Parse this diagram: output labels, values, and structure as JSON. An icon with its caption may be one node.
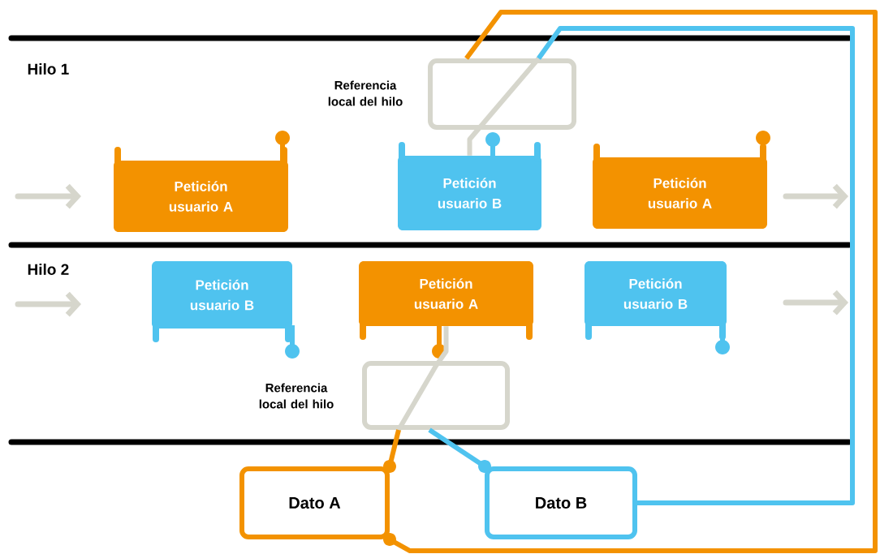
{
  "diagram": {
    "nodes": [
      {
        "text": [
          "Referencia local del hilo"
        ]
      },
      {
        "text": [
          "Petición usuario A"
        ]
      },
      {
        "text": [
          "Petición usuario B"
        ]
      },
      {
        "text": [
          "Petición usuario A"
        ]
      },
      {
        "text": [
          "Petición usuario B"
        ]
      },
      {
        "text": [
          "Petición usuario A"
        ]
      },
      {
        "text": [
          "Petición usuario B"
        ]
      },
      {
        "text": [
          "Referencia local del hilo"
        ]
      },
      {
        "text": [
          "Dato A"
        ]
      },
      {
        "text": [
          "Dato B"
        ]
      }
    ],
    "edges": [
      {
        "from": 2,
        "to": 0,
        "arrow": "none",
        "color": "#d6d6cc"
      },
      {
        "from": 0,
        "to": 9,
        "arrow": "none",
        "color": "#4fc3ef"
      },
      {
        "from": 0,
        "to": 8,
        "arrow": "other",
        "color": "#f39200"
      },
      {
        "from": 5,
        "to": 7,
        "arrow": "none",
        "color": "#d6d6cc"
      },
      {
        "from": 7,
        "to": 8,
        "arrow": "other",
        "color": "#f39200"
      },
      {
        "from": 7,
        "to": 9,
        "arrow": "other",
        "color": "#4fc3ef"
      }
    ],
    "labels": [
      "Hilo 1",
      "Hilo 2"
    ]
  }
}
